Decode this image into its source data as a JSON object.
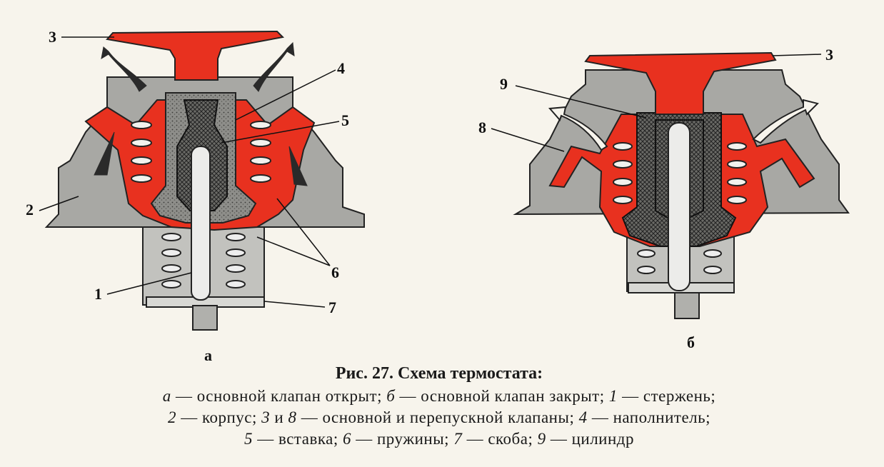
{
  "figure": {
    "callouts_a": [
      "3",
      "4",
      "5",
      "2",
      "6",
      "1",
      "7"
    ],
    "callouts_b": [
      "3",
      "9",
      "8"
    ],
    "panel_labels": {
      "a": "а",
      "b": "б"
    },
    "colors": {
      "red": "#e8311f",
      "gray": "#a8a8a4",
      "dark": "#2a2a2a",
      "paper": "#f7f4ec"
    }
  },
  "caption": {
    "title": "Рис. 27.  Схема термостата:",
    "line1": [
      {
        "t": "а",
        "i": true
      },
      {
        "t": " — основной клапан открыт; ",
        "i": false
      },
      {
        "t": "б",
        "i": true
      },
      {
        "t": " — основной клапан закрыт; ",
        "i": false
      },
      {
        "t": "1",
        "i": true
      },
      {
        "t": " — стержень;",
        "i": false
      }
    ],
    "line2": [
      {
        "t": "2",
        "i": true
      },
      {
        "t": " — корпус; ",
        "i": false
      },
      {
        "t": "3",
        "i": true
      },
      {
        "t": " и ",
        "i": false
      },
      {
        "t": "8",
        "i": true
      },
      {
        "t": " — основной и перепускной клапаны; ",
        "i": false
      },
      {
        "t": "4",
        "i": true
      },
      {
        "t": " — наполнитель;",
        "i": false
      }
    ],
    "line3": [
      {
        "t": "5",
        "i": true
      },
      {
        "t": " — вставка; ",
        "i": false
      },
      {
        "t": "6",
        "i": true
      },
      {
        "t": " — пружины; ",
        "i": false
      },
      {
        "t": "7",
        "i": true
      },
      {
        "t": " — скоба; ",
        "i": false
      },
      {
        "t": "9",
        "i": true
      },
      {
        "t": " — цилиндр",
        "i": false
      }
    ]
  }
}
